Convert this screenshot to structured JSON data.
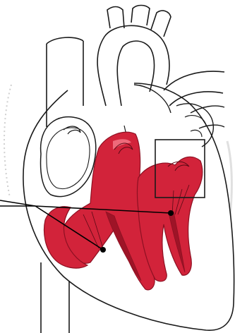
{
  "diagram": {
    "type": "heart-cross-section",
    "colors": {
      "background": "#ffffff",
      "outline": "#1a1a1a",
      "muscle": "#d2233a",
      "muscle_dark": "#9e1427",
      "muscle_highlight": "#ee6a7b",
      "annotation": "#000000",
      "faint_stroke": "#cfcfcf"
    },
    "parts": [
      "aorta",
      "superior-vena-cava",
      "inferior-vena-cava",
      "pulmonary-artery",
      "right-atrium",
      "left-atrium",
      "right-ventricle",
      "left-ventricle",
      "septum",
      "papillary-muscles",
      "chordae-tendineae",
      "mitral-valve",
      "tricuspid-valve"
    ],
    "annotation": {
      "leader_lines": 2,
      "highlight_box": "rectangle",
      "text_labels": []
    }
  }
}
